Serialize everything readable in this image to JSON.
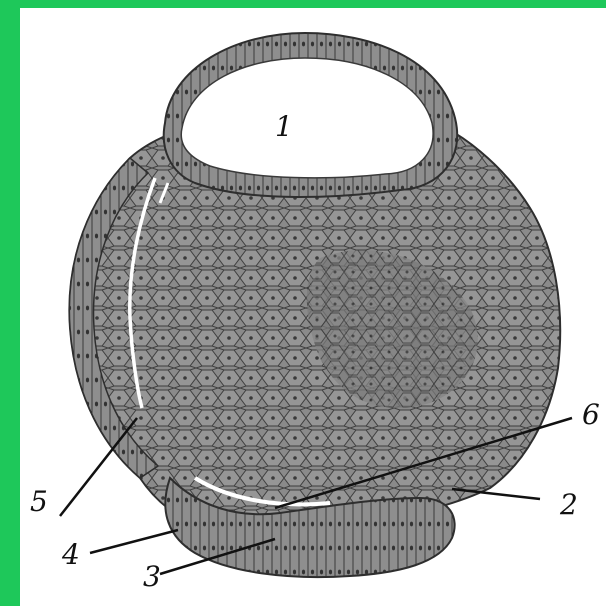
{
  "figure": {
    "labels": [
      "1",
      "2",
      "3",
      "4",
      "5",
      "6"
    ]
  },
  "colors": {
    "background_border": "#1ec85a",
    "panel": "#ffffff",
    "cell_fill": "#8c8c8c",
    "cell_edge": "#3b3b3b",
    "ink": "#111111"
  }
}
